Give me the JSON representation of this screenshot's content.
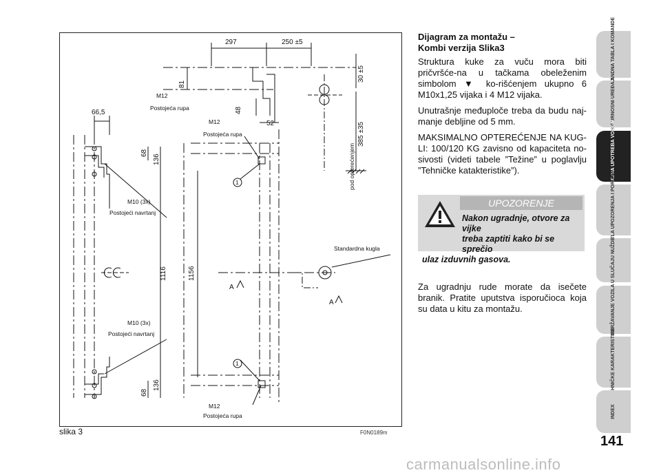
{
  "figure": {
    "caption": "slika 3",
    "code": "F0N0189m",
    "dims": {
      "d297": "297",
      "d250": "250 ±5",
      "d30": "30 ±5",
      "d81": "81",
      "d48": "48",
      "d52": "52",
      "d385": "385 ±35",
      "d665": "66,5",
      "d68a": "68",
      "d136a": "136",
      "d1116": "1116",
      "d1156": "1156",
      "d136b": "136",
      "d68b": "68"
    },
    "labels": {
      "m12_top": "M12",
      "hole_top": "Postojeća rupa",
      "m12_mid": "M12",
      "hole_mid": "Postojeća rupa",
      "m10_top": "M10 (3x)",
      "nut_top": "Postojeći navrtanj",
      "m10_bot": "M10 (3x)",
      "nut_bot": "Postojeći navrtanj",
      "m12_bot": "M12",
      "hole_bot": "Postojeća rupa",
      "ball": "Standardna kugla",
      "load": "pod opterećenjem",
      "section_a1": "A",
      "section_a2": "A",
      "point1a": "1",
      "point1b": "1"
    }
  },
  "text": {
    "heading1": "Dijagram za montažu –",
    "heading2": "Kombi verzija Slika3",
    "para1_pre": "Struktura kuke za vuču mora biti pričvršće-na u tačkama obeleženim simbolom",
    "para1_post": "ko-rišćenjem ukupno 6 M10x1,25 vijaka i 4 M12 vijaka.",
    "para2": "Unutrašnje međuploče treba da budu naj-manje debljine od 5 mm.",
    "para3": "MAKSIMALNO OPTEREĆENJE NA KUG-LI: 100/120 KG zavisno od kapaciteta no-sivosti (videti tabele ”Težine” u poglavlju ”Tehničke katakteristike”).",
    "para4": "Za ugradnju rude morate da isečete branik. Pratite uputstva isporučioca koja su data u kitu za montažu."
  },
  "warning": {
    "title": "UPOZORENJE",
    "line1": "Nakon ugradnje, otvore za vijke",
    "line2": "treba zaptiti kako bi se sprečio",
    "line3": "ulaz izduvnih gasova."
  },
  "tabs": [
    {
      "label": "KOMANDNA TABLA I KOMANDE",
      "active": false
    },
    {
      "label": "SIGURNOSNI UREĐAJI",
      "active": false
    },
    {
      "label": "ISPRAVNA UPOTREBA VOZILA",
      "active": true
    },
    {
      "label": "SVETLA UPOZORENJA I PORUKE",
      "active": false
    },
    {
      "label": "U SLUČAJU NUŽDE",
      "active": false
    },
    {
      "label": "ODRŽAVANJE VOZILA",
      "active": false
    },
    {
      "label": "TEHNIČKE KARAKTERISTIKE",
      "active": false
    },
    {
      "label": "INDEX",
      "active": false
    }
  ],
  "page_number": "141",
  "watermark": "carmanualsonline.info"
}
